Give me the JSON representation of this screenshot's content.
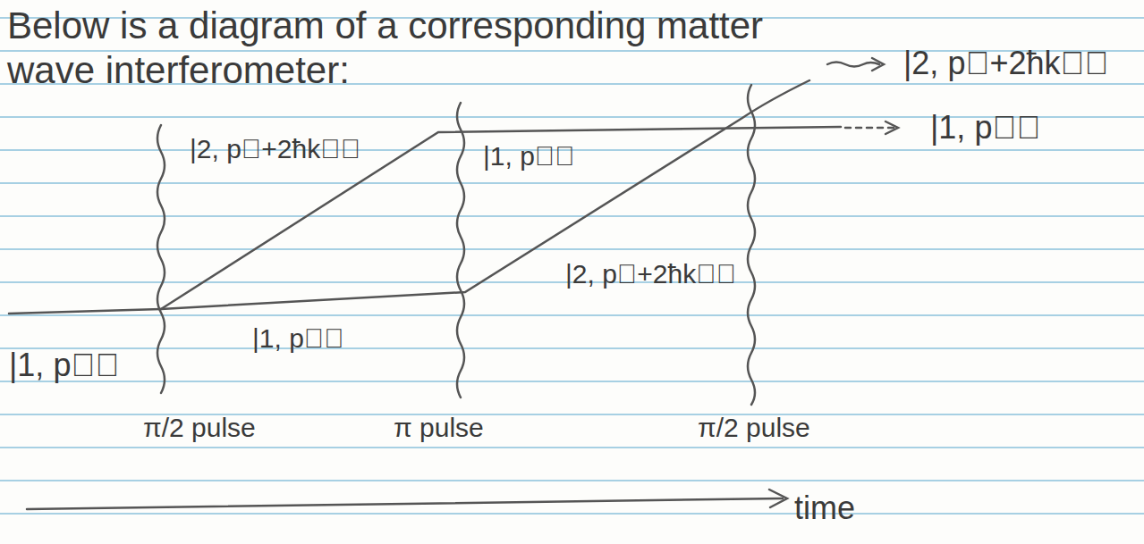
{
  "diagram": {
    "title": "Below is a diagram of a corresponding matter wave interferometer:",
    "labels": [
      "|2, p⃗+2ħk⃗⟩",
      "|1, p⃗⟩",
      "|2, p⃗+2ħk⃗⟩",
      "|1, p⃗⟩",
      "|2, p⃗+2ħk⃗⟩",
      "|1, p⃗⟩",
      "|1, p⃗⟩",
      "π/2 pulse",
      "π pulse",
      "π/2 pulse",
      "time"
    ]
  }
}
